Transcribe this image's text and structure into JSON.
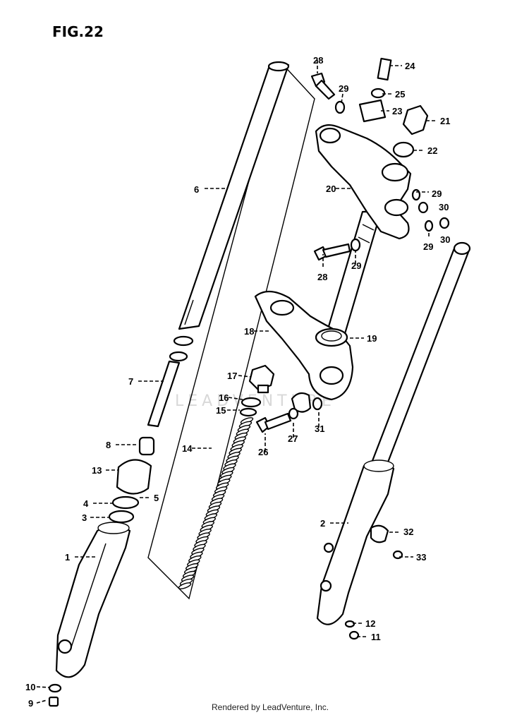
{
  "figure": {
    "title": "FIG.22"
  },
  "callouts": [
    {
      "id": "c1",
      "text": "1"
    },
    {
      "id": "c2",
      "text": "2"
    },
    {
      "id": "c3",
      "text": "3"
    },
    {
      "id": "c4",
      "text": "4"
    },
    {
      "id": "c5",
      "text": "5"
    },
    {
      "id": "c6",
      "text": "6"
    },
    {
      "id": "c7",
      "text": "7"
    },
    {
      "id": "c8",
      "text": "8"
    },
    {
      "id": "c9",
      "text": "9"
    },
    {
      "id": "c10",
      "text": "10"
    },
    {
      "id": "c11",
      "text": "11"
    },
    {
      "id": "c12",
      "text": "12"
    },
    {
      "id": "c13",
      "text": "13"
    },
    {
      "id": "c14",
      "text": "14"
    },
    {
      "id": "c15",
      "text": "15"
    },
    {
      "id": "c16",
      "text": "16"
    },
    {
      "id": "c17",
      "text": "17"
    },
    {
      "id": "c18",
      "text": "18"
    },
    {
      "id": "c19",
      "text": "19"
    },
    {
      "id": "c20",
      "text": "20"
    },
    {
      "id": "c21",
      "text": "21"
    },
    {
      "id": "c22",
      "text": "22"
    },
    {
      "id": "c23",
      "text": "23"
    },
    {
      "id": "c24",
      "text": "24"
    },
    {
      "id": "c25",
      "text": "25"
    },
    {
      "id": "c26",
      "text": "26"
    },
    {
      "id": "c27",
      "text": "27"
    },
    {
      "id": "c28a",
      "text": "28"
    },
    {
      "id": "c28b",
      "text": "28"
    },
    {
      "id": "c29a",
      "text": "29"
    },
    {
      "id": "c29b",
      "text": "29"
    },
    {
      "id": "c29c",
      "text": "29"
    },
    {
      "id": "c29d",
      "text": "29"
    },
    {
      "id": "c30a",
      "text": "30"
    },
    {
      "id": "c30b",
      "text": "30"
    },
    {
      "id": "c31",
      "text": "31"
    },
    {
      "id": "c32",
      "text": "32"
    },
    {
      "id": "c33",
      "text": "33"
    }
  ],
  "footer": {
    "text": "Rendered by LeadVenture, Inc."
  },
  "watermark": {
    "text": "LEADVENTURE"
  }
}
